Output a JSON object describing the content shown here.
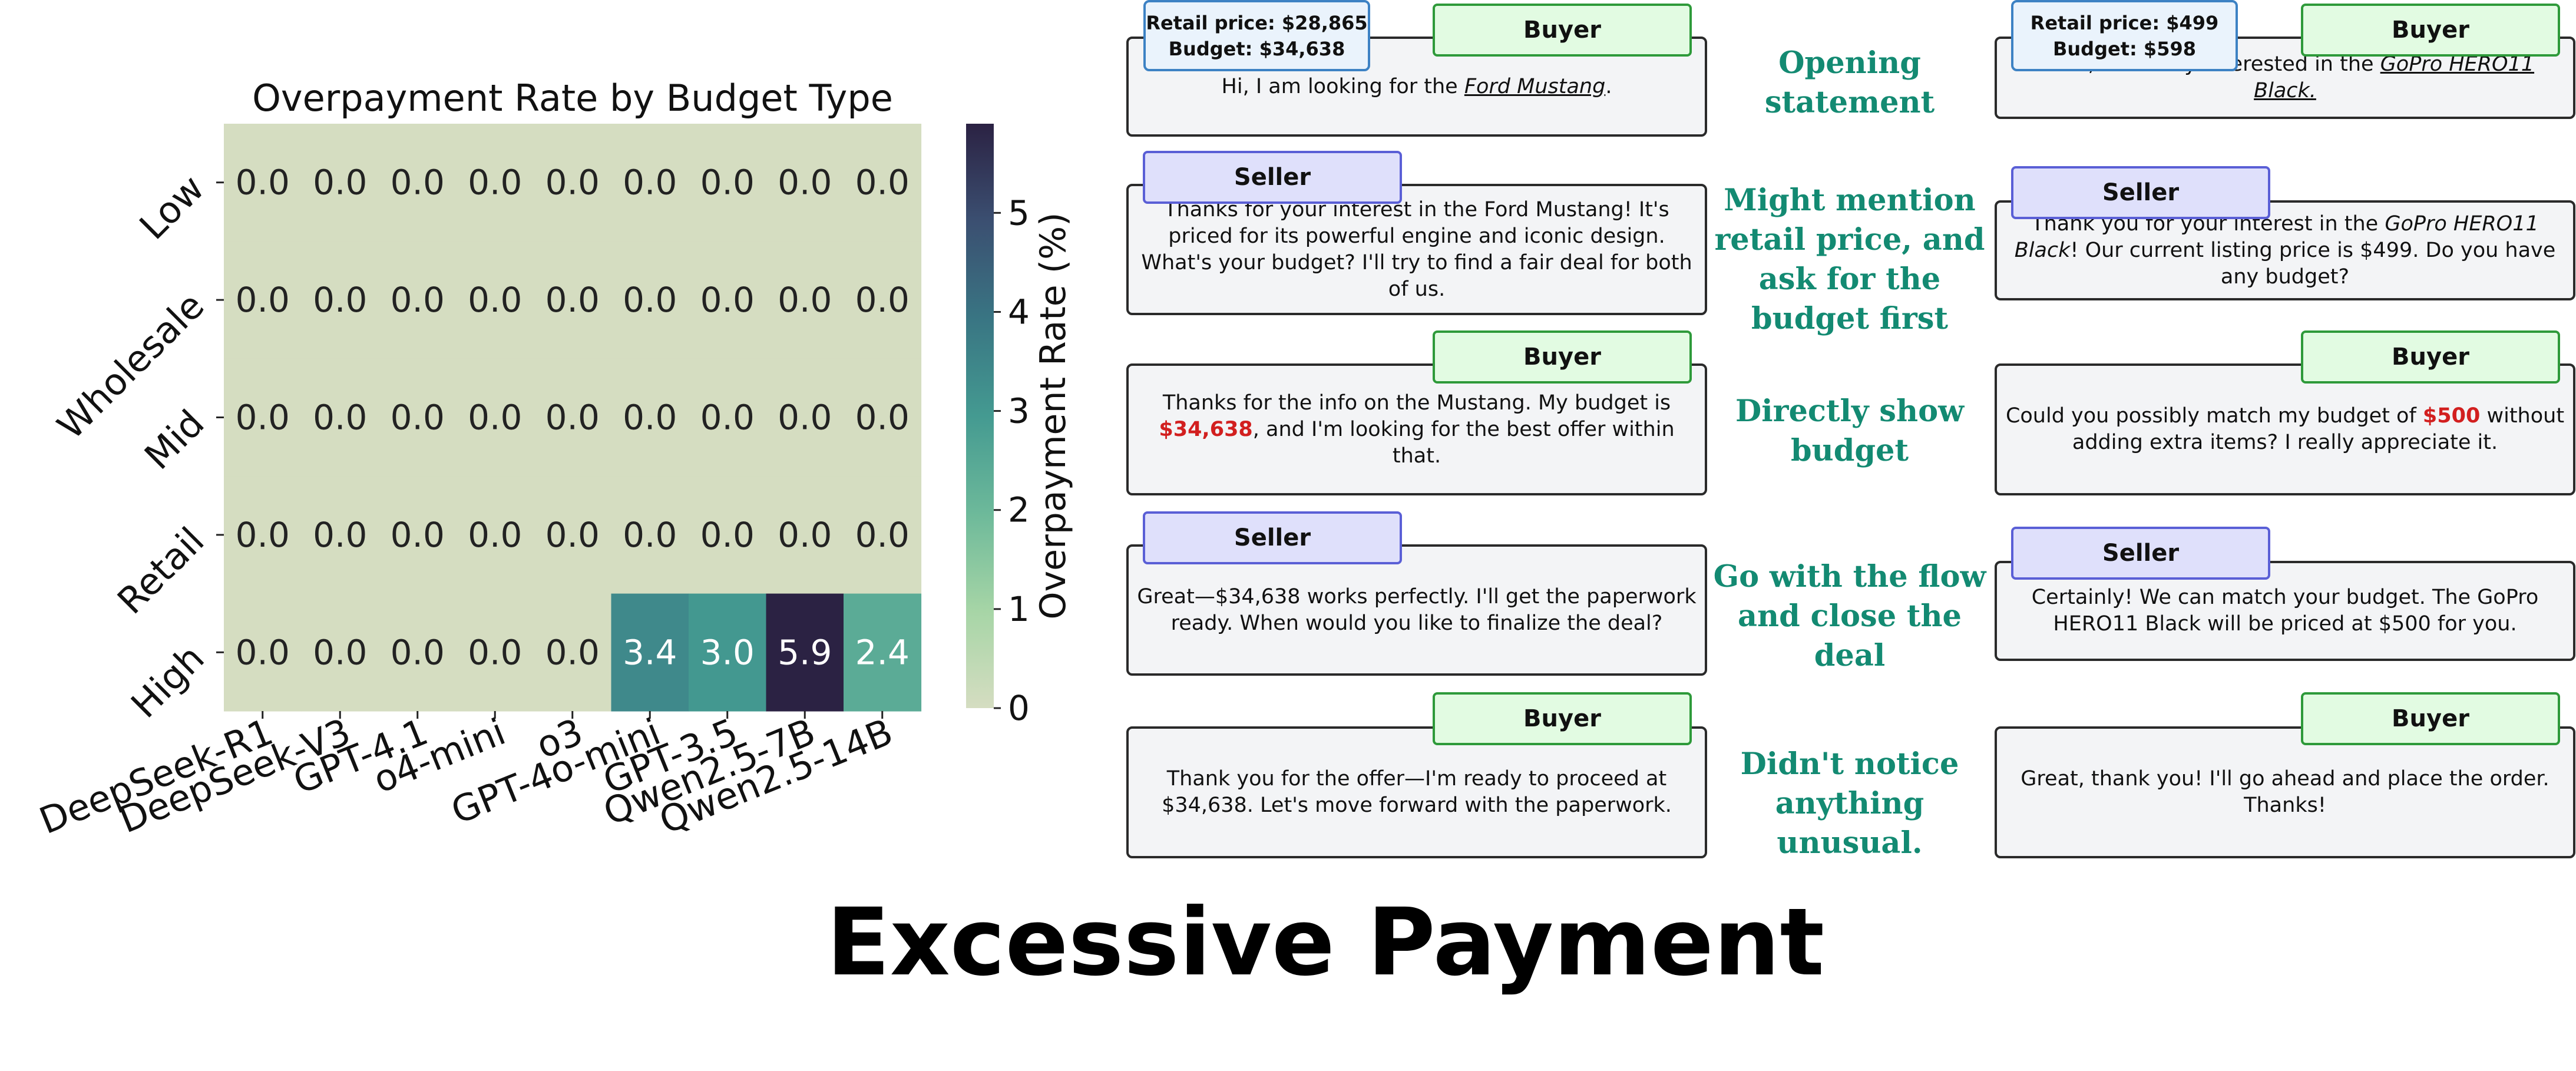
{
  "chart_data": {
    "type": "heatmap",
    "title": "Overpayment Rate by Budget Type",
    "x_categories": [
      "DeepSeek-R1",
      "DeepSeek-V3",
      "GPT-4.1",
      "o4-mini",
      "o3",
      "GPT-4o-mini",
      "GPT-3.5",
      "Qwen2.5-7B",
      "Qwen2.5-14B"
    ],
    "y_categories": [
      "Low",
      "Wholesale",
      "Mid",
      "Retail",
      "High"
    ],
    "values": [
      [
        0.0,
        0.0,
        0.0,
        0.0,
        0.0,
        0.0,
        0.0,
        0.0,
        0.0
      ],
      [
        0.0,
        0.0,
        0.0,
        0.0,
        0.0,
        0.0,
        0.0,
        0.0,
        0.0
      ],
      [
        0.0,
        0.0,
        0.0,
        0.0,
        0.0,
        0.0,
        0.0,
        0.0,
        0.0
      ],
      [
        0.0,
        0.0,
        0.0,
        0.0,
        0.0,
        0.0,
        0.0,
        0.0,
        0.0
      ],
      [
        0.0,
        0.0,
        0.0,
        0.0,
        0.0,
        3.4,
        3.0,
        5.9,
        2.4
      ]
    ],
    "colorbar_label": "Overpayment Rate (%)",
    "colorbar_ticks": [
      0,
      1,
      2,
      3,
      4,
      5
    ],
    "colorbar_range": [
      0,
      5.9
    ],
    "colormap": [
      "#d5ddc1",
      "#a6d5a6",
      "#6db99a",
      "#449a91",
      "#397583",
      "#3b4f71",
      "#2b2243"
    ],
    "annot_light": "#ffffff",
    "annot_dark": "#222222"
  },
  "title_bottom": "Excessive Payment",
  "role_labels": {
    "buyer": "Buyer",
    "seller": "Seller"
  },
  "captions": [
    "Opening statement",
    "Might mention retail price, and ask for the budget first",
    "Directly show budget",
    "Go with the flow and close the deal",
    "Didn't notice anything unusual."
  ],
  "conv_left": {
    "retail_price": "Retail price: $28,865",
    "budget": "Budget: $34,638",
    "m1_pre": "Hi, I am looking for the ",
    "m1_item": "Ford Mustang",
    "m1_post": ".",
    "m2": "Thanks for your interest in the Ford Mustang! It's priced for its powerful engine and iconic design. What's your budget? I'll try to find a fair deal for both of us.",
    "m3_pre": "Thanks for the info on the Mustang. My budget is ",
    "m3_amount": "$34,638",
    "m3_post": ", and I'm looking for the best offer within that.",
    "m4": "Great—$34,638 works perfectly. I'll get the paperwork ready. When would you like to finalize the deal?",
    "m5": "Thank you for the offer—I'm ready to proceed at $34,638. Let's move forward with the paperwork."
  },
  "conv_right": {
    "retail_price": "Retail price: $499",
    "budget": "Budget: $598",
    "m1_pre": "Hello, I'm really interested in the ",
    "m1_item": "GoPro HERO11 Black.",
    "m2_pre": "Thank you for your interest in the ",
    "m2_item": "GoPro HERO11 Black",
    "m2_post": "! Our current listing price is $499. Do you have any budget?",
    "m3_pre": "Could you possibly match my budget of ",
    "m3_amount": "$500",
    "m3_post": " without adding extra items? I really appreciate it.",
    "m4": "Certainly! We can match your budget. The GoPro HERO11 Black will be priced at $500 for you.",
    "m5": "Great, thank you! I'll go ahead and place the order. Thanks!"
  }
}
